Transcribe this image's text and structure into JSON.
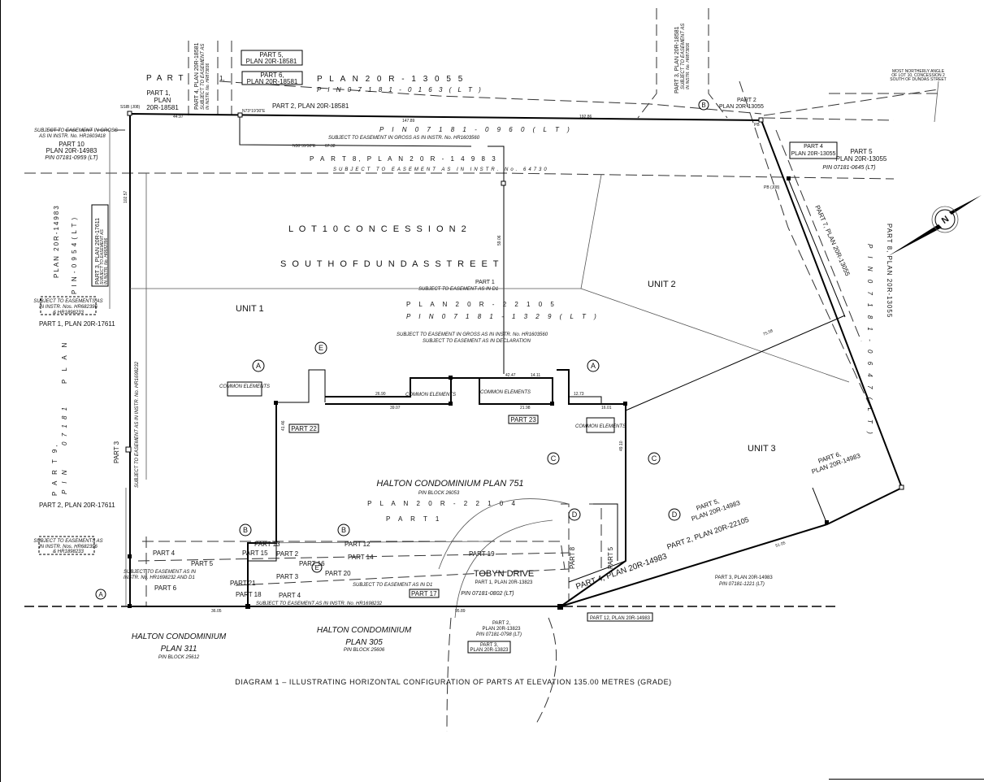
{
  "labels": {
    "part_top": "P A R T",
    "part1_plan": "PART 1,",
    "part1_plan2": "PLAN",
    "part1_plan3": "20R-18581",
    "part4_vert": "PART 4, PLAN 20R-18581",
    "part4_vert2": "SUBJECT TO EASEMENT AS",
    "part4_vert3": "IN INSTR. No. HR873836",
    "part5_box": "PART 5,",
    "part5_box2": "PLAN 20R-18581",
    "part6_box": "PART 6,",
    "part6_box2": "PLAN 20R-18581",
    "one": "1,",
    "plan_13055": "P L A N     2 0 R -     1 3 0 5 5",
    "pin_0163": "P I N     0 7 1 8 1   - 0 1 6 3     ( L T )",
    "part2_18581": "PART 2, PLAN 20R-18581",
    "pin_0960": "P I N     0 7 1 8 1   - 0 9 6 0     ( L T )",
    "ease_hr1603560": "SUBJECT TO EASEMENT IN GROSS AS IN INSTR. No. HR1603560",
    "part8": "P A R T     8,          P L A N        2 0 R -       1 4 9 8 3",
    "ease_64730": "SUBJECT   TO EASEMENT   AS   IN   INSTR.   No.   64730",
    "ease_gross_left": "SUBJECT TO EASEMENT IN GROSS",
    "ease_gross_left2": "AS IN INSTR. No. HR1603418",
    "part10": "PART 10",
    "part10_plan": "PLAN 20R-14983",
    "pin_0959": "PIN 07181-0959 (LT)",
    "part3_vert_top": "PART 3, PLAN 20R-18581",
    "part3_vert_top2": "SUBJECT TO EASEMENT AS",
    "part3_vert_top3": "IN INSTR. No. HR873836",
    "most_northerly": "MOST NORTHERLY ANGLE",
    "most_northerly2": "OF LOT 10, CONCESSION 2",
    "most_northerly3": "SOUTH OF DUNDAS STREET",
    "part2_13055": "PART 2",
    "part2_13055b": "PLAN 20R-13055",
    "part4_13055": "PART 4",
    "part4_13055b": "PLAN 20R-13055",
    "part5_13055": "PART 5",
    "part5_13055b": "PLAN 20R-13055",
    "pin_0645": "PIN 07181-0645 (LT)",
    "part7_13055": "PART 7, PLAN 20R-13055",
    "lot10": "L O T        1 0        C O N C E S S I O N        2",
    "south_dundas": "S O U T H        O F        D U N D A S        S T R E E T",
    "part1_d1": "PART 1",
    "part1_d1b": "SUBJECT TO EASEMENT    AS IN  D1",
    "plan_22105": "P L A N        2 0 R -     2 2 1 0 5",
    "pin_1329": "P I N     0 7 1 8 1   - 1 3 2 9     ( L T )",
    "unit1": "UNIT 1",
    "unit2": "UNIT 2",
    "unit3": "UNIT 3",
    "ease_decl1": "SUBJECT TO EASEMENT IN GROSS AS IN  INSTR. No. HR1603560",
    "ease_decl2": "SUBJECT TO EASEMENT AS IN  DECLARATION",
    "common_elements": "COMMON ELEMENTS",
    "part22": "PART 22",
    "part23": "PART 23",
    "halton_751": "HALTON CONDOMINIUM PLAN 751",
    "pin_26053": "PIN BLOCK 26053",
    "plan_22104": "P L A N     2 0 R -     2 2 1 0 4",
    "part_1_mid": "P A R T           1",
    "pin_20r14983_right": "P I N     0 7 1 8 1   - 0 6 4 7     ( L T )",
    "part8_13055": "PART 8, PLAN 20R-13055",
    "plan_14983_left": "PLAN 20R-14983",
    "pin_0954": "P I N   - 0 9 5 4   ( L T )",
    "part3_left_vert": "PART 3, PLAN 20R-17611",
    "part3_left_vert2": "SUBJECT TO EASEMENT AS",
    "part3_left_vert3": "IN INSTR. No. HR682396",
    "ease_boxes_left": "SUBJECT TO EASEMENTS AS",
    "ease_boxes_left2": "IN INSTR. Nos. HR682396",
    "ease_boxes_left3": "& HR1898233",
    "part1_17611": "PART 1, PLAN 20R-17611",
    "plan_left": "P L A N",
    "num_07181": "0 7 1 8 1",
    "part3_col": "PART 3",
    "ease_hr1698232_vert": "SUBJECT TO EASEMENT AS IN INSTR. No. HR1698232",
    "part2_17611": "PART 2, PLAN 20R-17611",
    "part_9": "P A R T   9,",
    "pin_vert": "P I N",
    "part4": "PART 4",
    "part5": "PART 5",
    "part6": "PART 6",
    "ease_and_d1": "SUBJECT TO EASEMENT AS IN",
    "ease_and_d1b": "INSTR. No. HR1698232 AND D1",
    "part13": "PART 13",
    "part15": "PART 15",
    "part2": "PART 2",
    "part16": "PART 16",
    "part12": "PART 12",
    "part14": "PART 14",
    "part19": "PART 19",
    "part20": "PART 20",
    "part3": "PART 3",
    "part21": "PART 21",
    "part18": "PART 18",
    "part4b": "PART 4",
    "part17": "PART 17",
    "ease_d1": "SUBJECT TO EASEMENT AS IN D1",
    "ease_hr1698232": "SUBJECT TO EASEMENT AS IN INSTR. No. HR1698232",
    "part8_vert": "PART 8",
    "part5_vert": "PART 5",
    "tobyn": "TOBYN DRIVE",
    "tobyn_p1": "PART 1, PLAN 20R-13823",
    "pin_0802": "PIN 07181-0802 (LT)",
    "part2_13823": "PART 2,",
    "part2_13823b": "PLAN 20R-13823",
    "pin_0798": "PIN 07181-0798 (LT)",
    "part3_13823": "PART 3,",
    "part3_13823b": "PLAN 20R-13823",
    "part12_14983": "PART 12, PLAN 20R-14983",
    "part4_14983": "PART 4, PLAN 20R-14983",
    "part2_22105": "PART 2, PLAN 20R-22105",
    "part5_14983": "PART 5,",
    "part5_14983b": "PLAN 20R-14983",
    "part6_14983": "PART 6,",
    "part6_14983b": "PLAN 20R-14983",
    "part3_14983": "PART 3, PLAN 20R-14983",
    "pin_1221": "PIN 07181-1221 (LT)",
    "halton_311": "HALTON CONDOMINIUM",
    "halton_311b": "PLAN 311",
    "pin_25612": "PIN BLOCK 25612",
    "halton_305": "HALTON CONDOMINIUM",
    "halton_305b": "PLAN 305",
    "pin_25606": "PIN BLOCK 25606",
    "caption": "DIAGRAM 1 – ILLUSTRATING HORIZONTAL CONFIGURATION OF PARTS AT ELEVATION 135.00 METRES (GRADE)"
  },
  "dimensions": {
    "d4497": "44.97",
    "d14789": "147.89",
    "d19286": "192.86",
    "d6732": "67.32",
    "d10257": "102.57",
    "d4146": "41.46",
    "d2690": "26.90",
    "d3907": "39.07",
    "d4247": "42.47",
    "d1411": "14.11",
    "d2198": "21.98",
    "d1273": "12.73",
    "d1601": "16.01",
    "d4910": "49.10",
    "d3605": "36.05",
    "d9589": "95.89",
    "d7558": "75.58",
    "d5105": "51.05",
    "d5906": "59.06",
    "bearing_top": "N73°19'30\"E",
    "bearing_mid": "N38°39'30\"E",
    "ssib": "SSIB (J08)",
    "pb": "PB",
    "pb_j08": "PB (J08)"
  },
  "markers": [
    "A",
    "A",
    "A",
    "B",
    "B",
    "B",
    "C",
    "C",
    "D",
    "D",
    "E",
    "E"
  ],
  "north_arrow": "N"
}
